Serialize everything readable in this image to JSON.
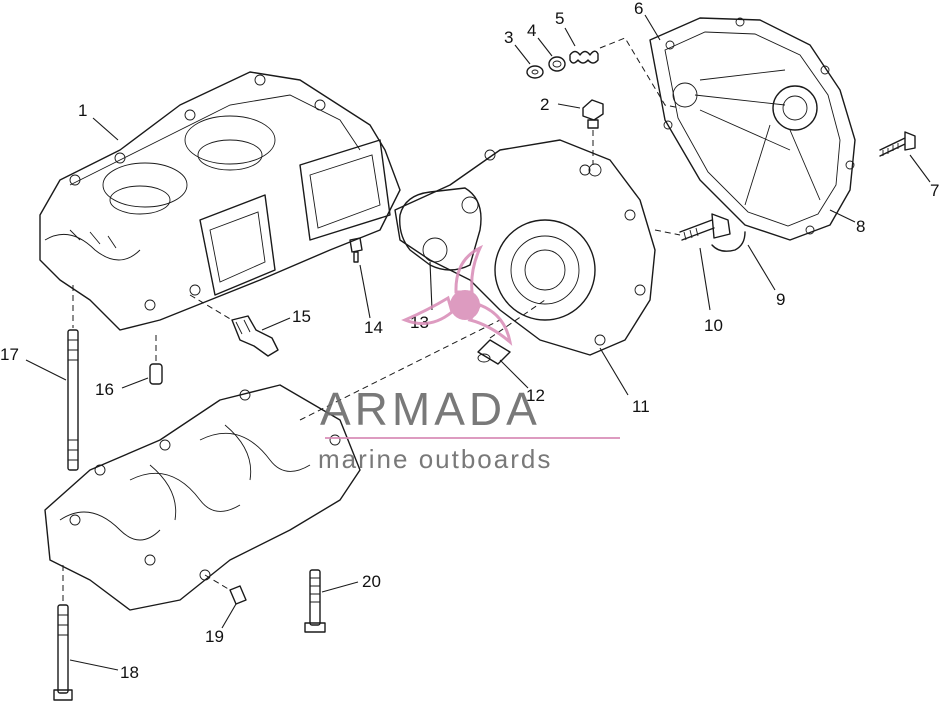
{
  "diagram": {
    "callouts": [
      "1",
      "2",
      "3",
      "4",
      "5",
      "6",
      "7",
      "8",
      "9",
      "10",
      "11",
      "12",
      "13",
      "14",
      "15",
      "16",
      "17",
      "18",
      "19",
      "20"
    ]
  },
  "watermark": {
    "brand": "ARMADA",
    "tagline": "marine outboards",
    "accent_color": "#d88ab6",
    "text_color": "#6b6b6b"
  }
}
